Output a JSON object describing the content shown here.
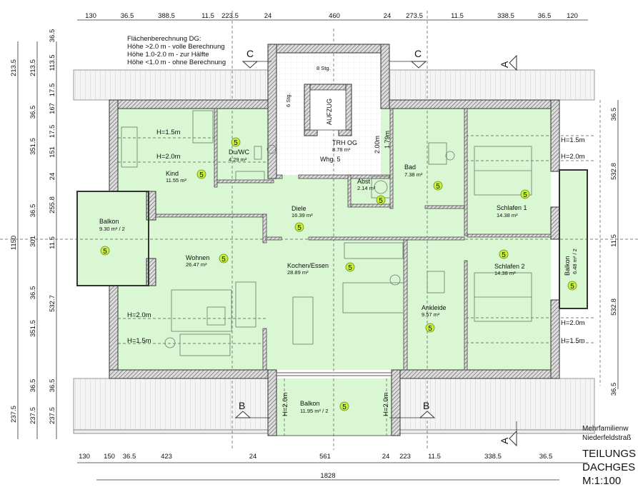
{
  "note": {
    "lines": [
      "Flächenberechnung DG:",
      "Höhe >2.0 m - volle Berechnung",
      "Höhe 1.0-2.0 m - zur Hälfte",
      "Höhe <1.0 m - ohne Berechnung"
    ]
  },
  "dimensions": {
    "top": [
      "130",
      "36.5",
      "388.5",
      "11.5",
      "223.5",
      "24",
      "460",
      "24",
      "273.5",
      "11.5",
      "338.5",
      "36.5",
      "120"
    ],
    "bottom": [
      "130",
      "150",
      "36.5",
      "423",
      "24",
      "561",
      "24",
      "223",
      "11.5",
      "338.5",
      "36.5"
    ],
    "bottom_total": "1828",
    "left_outer": [
      "213.5",
      "1150",
      "237.5"
    ],
    "left_middle": [
      "213.5",
      "36.5",
      "351.5",
      "36.5",
      "301",
      "36.5",
      "351.5",
      "36.5",
      "237.5"
    ],
    "left_inner": [
      "36.5",
      "113.5",
      "17.5",
      "167",
      "17.5",
      "151",
      "24",
      "255.8",
      "11.5",
      "532.7",
      "36.5",
      "237.5"
    ],
    "right": [
      "36.5",
      "532.8",
      "11.5",
      "532.8",
      "36.5"
    ]
  },
  "sections": {
    "c": "C",
    "a": "A",
    "b": "B"
  },
  "heights": {
    "h15": "H=1.5m",
    "h20": "H=2.0m",
    "stair_h1": "2.00m",
    "stair_h2": "1.79m"
  },
  "stair": {
    "title": "TRH OG",
    "area": "8.78 m²",
    "unit": "Whg. 5",
    "elevator": "AUFZUG",
    "steps_upper": "8 Stg.",
    "steps_lower": "6 Stg."
  },
  "rooms": [
    {
      "name": "Kind",
      "area": "11.55 m²",
      "badge": "5"
    },
    {
      "name": "Du/WC",
      "area": "4.29 m²",
      "badge": "5"
    },
    {
      "name": "Abst",
      "area": "2.14 m²",
      "badge": "5"
    },
    {
      "name": "Bad",
      "area": "7.38 m²",
      "badge": "5"
    },
    {
      "name": "Diele",
      "area": "16.39 m²",
      "badge": "5"
    },
    {
      "name": "Schlafen 1",
      "area": "14.38 m²",
      "badge": "5"
    },
    {
      "name": "Schlafen 2",
      "area": "14.38 m²",
      "badge": "5"
    },
    {
      "name": "Balkon",
      "area": "6.48 m² / 2",
      "badge": "5"
    },
    {
      "name": "Balkon",
      "area": "9.30 m² / 2",
      "badge": "5"
    },
    {
      "name": "Wohnen",
      "area": "26.47 m²",
      "badge": "5"
    },
    {
      "name": "Kochen/Essen",
      "area": "28.89 m²",
      "badge": "5"
    },
    {
      "name": "Ankleide",
      "area": "9.57 m²",
      "badge": "5"
    },
    {
      "name": "Balkon",
      "area": "11.95 m² / 2",
      "badge": "5"
    }
  ],
  "title_block": {
    "line1": "Mehrfamilienw",
    "line2": "Niederfeldstraß",
    "title1": "TEILUNGS",
    "title2": "DACHGES",
    "scale": "M:1:100"
  },
  "colors": {
    "room_fill": "#d9f7d2",
    "badge_fill": "#c6f03c",
    "wall_hatch": "#555555"
  }
}
